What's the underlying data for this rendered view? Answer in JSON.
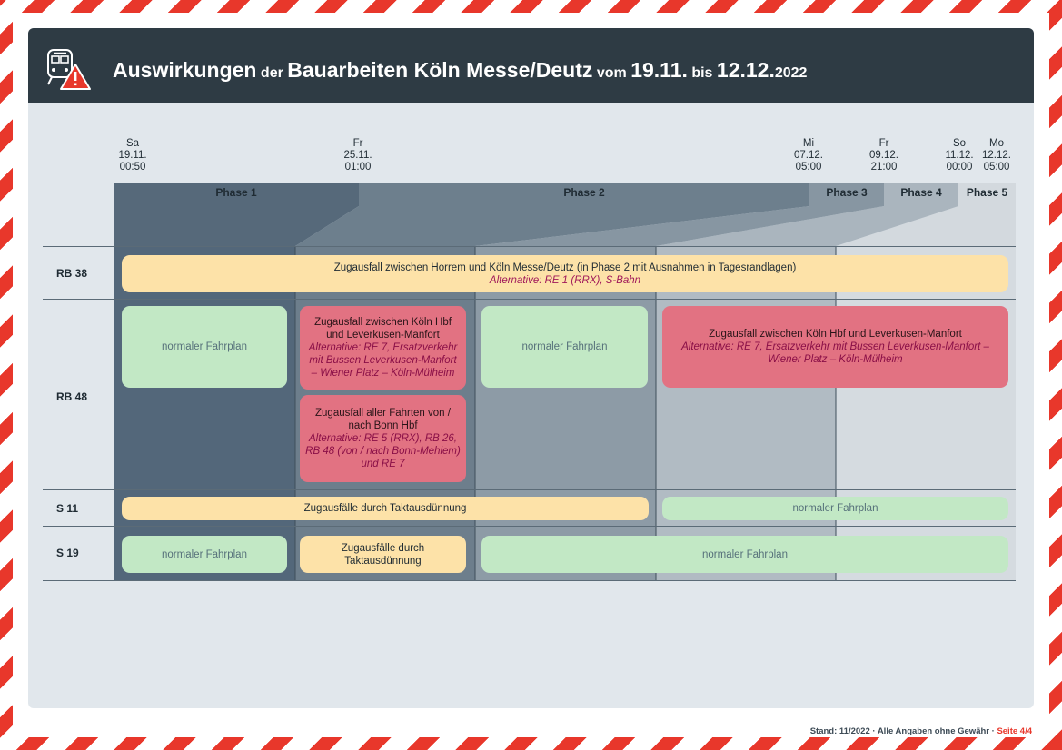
{
  "header": {
    "title_parts": [
      {
        "text": "Auswirkungen",
        "size": "big"
      },
      {
        "text": " der ",
        "size": "small"
      },
      {
        "text": "Bauarbeiten Köln Messe/Deutz",
        "size": "big"
      },
      {
        "text": " vom ",
        "size": "small"
      },
      {
        "text": "19.11.",
        "size": "big"
      },
      {
        "text": " bis ",
        "size": "small"
      },
      {
        "text": "12.12.",
        "size": "big"
      },
      {
        "text": "2022",
        "size": "small"
      }
    ],
    "icon": "train-warning-icon"
  },
  "timeline": {
    "dates": [
      {
        "day": "Sa",
        "date": "19.11.",
        "time": "00:50"
      },
      {
        "day": "Fr",
        "date": "25.11.",
        "time": "01:00"
      },
      {
        "day": "Mi",
        "date": "07.12.",
        "time": "05:00"
      },
      {
        "day": "Fr",
        "date": "09.12.",
        "time": "21:00"
      },
      {
        "day": "So",
        "date": "11.12.",
        "time": "00:00"
      },
      {
        "day": "Mo",
        "date": "12.12.",
        "time": "05:00"
      }
    ],
    "phases": [
      "Phase 1",
      "Phase 2",
      "Phase 3",
      "Phase 4",
      "Phase 5"
    ]
  },
  "rows": [
    {
      "label": "RB 38"
    },
    {
      "label": "RB 48"
    },
    {
      "label": "S 11"
    },
    {
      "label": "S 19"
    }
  ],
  "cells": {
    "rb38_all": {
      "text": "Zugausfall zwischen Horrem und Köln Messe/Deutz (in Phase 2 mit Ausnahmen in Tagesrandlagen)",
      "alt": "Alternative: RE 1 (RRX), S-Bahn"
    },
    "rb48_p1": {
      "text": "normaler Fahrplan"
    },
    "rb48_p2a_top": {
      "text": "Zugausfall zwischen Köln Hbf und Leverkusen-Manfort",
      "alt": "Alternative: RE 7, Ersatzverkehr mit Bussen Leverkusen-Manfort – Wiener Platz – Köln-Mülheim"
    },
    "rb48_p2a_bottom": {
      "text": "Zugausfall aller Fahrten von / nach Bonn Hbf",
      "alt": "Alternative: RE 5 (RRX), RB 26, RB 48 (von / nach Bonn-Mehlem) und RE 7"
    },
    "rb48_p2b": {
      "text": "normaler Fahrplan"
    },
    "rb48_p3": {
      "text": "Zugausfall zwischen Köln Hbf und Leverkusen-Manfort",
      "alt": "Alternative: RE 7, Ersatzverkehr mit Bussen Leverkusen-Manfort – Wiener Platz – Köln-Mülheim"
    },
    "s11_a": {
      "text": "Zugausfälle durch Taktausdünnung"
    },
    "s11_b": {
      "text": "normaler Fahrplan"
    },
    "s19_p1": {
      "text": "normaler Fahrplan"
    },
    "s19_p2a": {
      "text": "Zugausfälle durch Taktausdünnung"
    },
    "s19_rest": {
      "text": "normaler Fahrplan"
    }
  },
  "colors": {
    "header": "#2e3b44",
    "stripe_red": "#e8372b",
    "yellow": "#fde2a8",
    "green": "#c2e8c5",
    "red": "#e27282",
    "alt_text": "#a0185a"
  },
  "footer": {
    "text": "Stand: 11/2022 · Alle Angaben ohne Gewähr · ",
    "page": "Seite 4/4"
  }
}
